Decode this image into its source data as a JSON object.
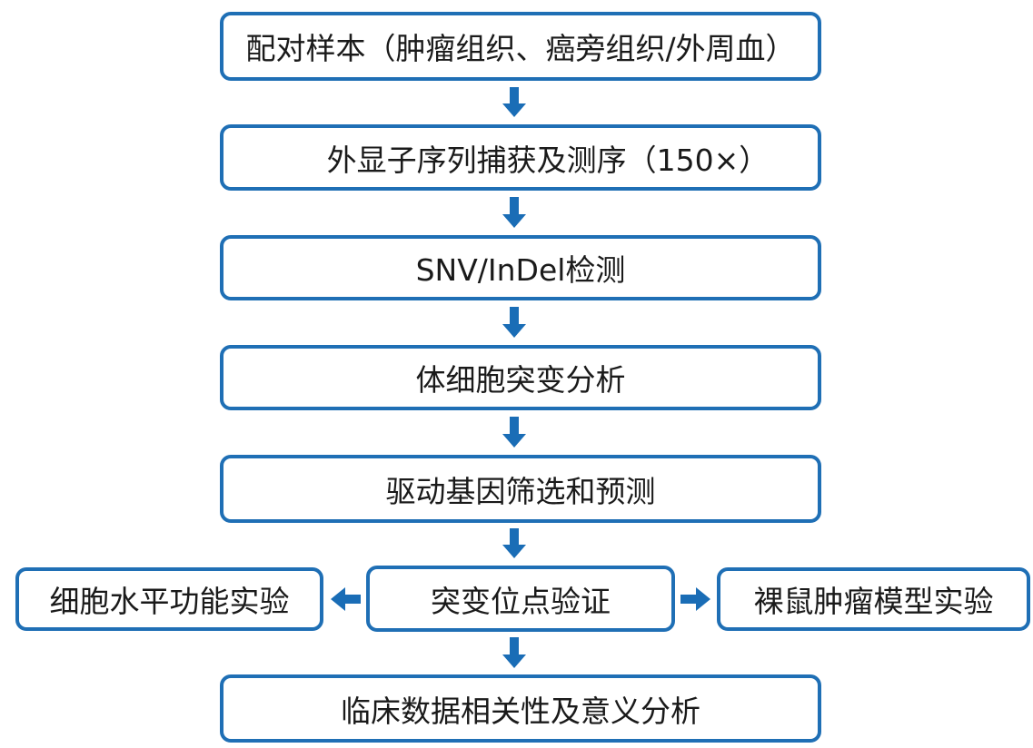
{
  "flowchart": {
    "colors": {
      "border": "#1f6fb5",
      "arrow": "#1a6db6",
      "text": "#1a1a1a"
    },
    "steps": [
      {
        "label": "配对样本（肿瘤组织、癌旁组织/外周血）"
      },
      {
        "label": "外显子序列捕获及测序（150×）"
      },
      {
        "label": "SNV/InDel检测"
      },
      {
        "label": "体细胞突变分析"
      },
      {
        "label": "驱动基因筛选和预测"
      },
      {
        "label": "突变位点验证"
      },
      {
        "label": "临床数据相关性及意义分析"
      }
    ],
    "branches": {
      "left": {
        "label": "细胞水平功能实验"
      },
      "right": {
        "label": "裸鼠肿瘤模型实验"
      }
    }
  }
}
